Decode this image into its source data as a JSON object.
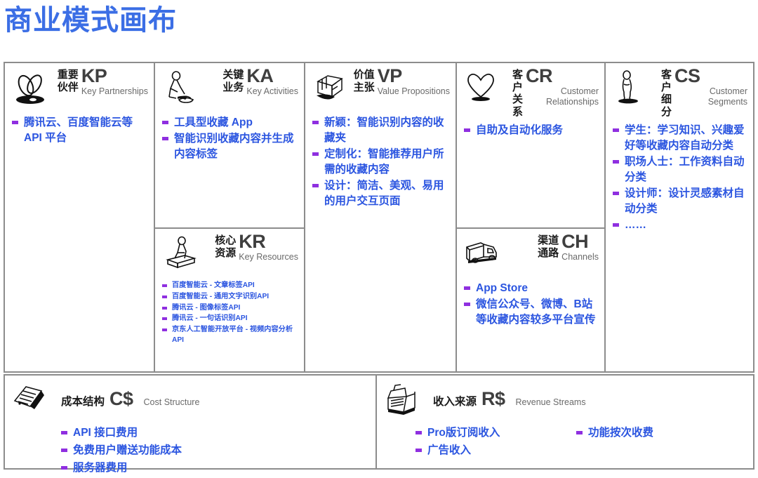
{
  "title": "商业模式画布",
  "colors": {
    "title_blue": "#3b6ee5",
    "item_blue": "#2b55e0",
    "bullet_purple": "#8f2fe0",
    "border_gray": "#8c8c8c",
    "abbr_gray": "#3f3f3f",
    "english_gray": "#6a6a6a"
  },
  "blocks": {
    "kp": {
      "icon": "interlocking-rings-icon",
      "cn": "重要\n伙伴",
      "abbr": "KP",
      "en": "Key Partnerships",
      "items": [
        "腾讯云、百度智能云等 API 平台"
      ]
    },
    "ka": {
      "icon": "worker-pushing-icon",
      "cn": "关键\n业务",
      "abbr": "KA",
      "en": "Key Activities",
      "items": [
        "工具型收藏 App",
        "智能识别收藏内容并生成内容标签"
      ]
    },
    "kr": {
      "icon": "worker-pallet-icon",
      "cn": "核心\n资源",
      "abbr": "KR",
      "en": "Key Resources",
      "items": [
        "百度智能云 - 文章标签API",
        "百度智能云 - 通用文字识别API",
        "腾讯云 - 图像标签API",
        "腾讯云 - 一句话识别API",
        "京东人工智能开放平台 - 视频内容分析API"
      ]
    },
    "vp": {
      "icon": "gift-package-icon",
      "cn": "价值\n主张",
      "abbr": "VP",
      "en": "Value Propositions",
      "items": [
        "新颖：智能识别内容的收藏夹",
        "定制化：智能推荐用户所需的收藏内容",
        "设计：简洁、美观、易用的用户交互页面"
      ]
    },
    "cr": {
      "icon": "heart-icon",
      "cn": "客户\n关系",
      "abbr": "CR",
      "en": "Customer Relationships",
      "items": [
        "自助及自动化服务"
      ]
    },
    "ch": {
      "icon": "delivery-truck-icon",
      "cn": "渠道\n通路",
      "abbr": "CH",
      "en": "Channels",
      "items": [
        "App Store",
        "微信公众号、微博、B站等收藏内容较多平台宣传"
      ]
    },
    "cs": {
      "icon": "standing-person-icon",
      "cn": "客户\n细分",
      "abbr": "CS",
      "en": "Customer Segments",
      "items": [
        "学生：学习知识、兴趣爱好等收藏内容自动分类",
        "职场人士：工作资料自动分类",
        "设计师：设计灵感素材自动分类",
        "……"
      ]
    },
    "cost": {
      "icon": "invoice-document-icon",
      "cn": "成本结构",
      "abbr": "C$",
      "en": "Cost Structure",
      "items": [
        "API 接口费用",
        "免费用户赠送功能成本",
        "服务器费用"
      ]
    },
    "revenue": {
      "icon": "cash-register-icon",
      "cn": "收入来源",
      "abbr": "R$",
      "en": "Revenue Streams",
      "items": [
        "Pro版订阅收入",
        "广告收入",
        "功能按次收费"
      ]
    }
  }
}
